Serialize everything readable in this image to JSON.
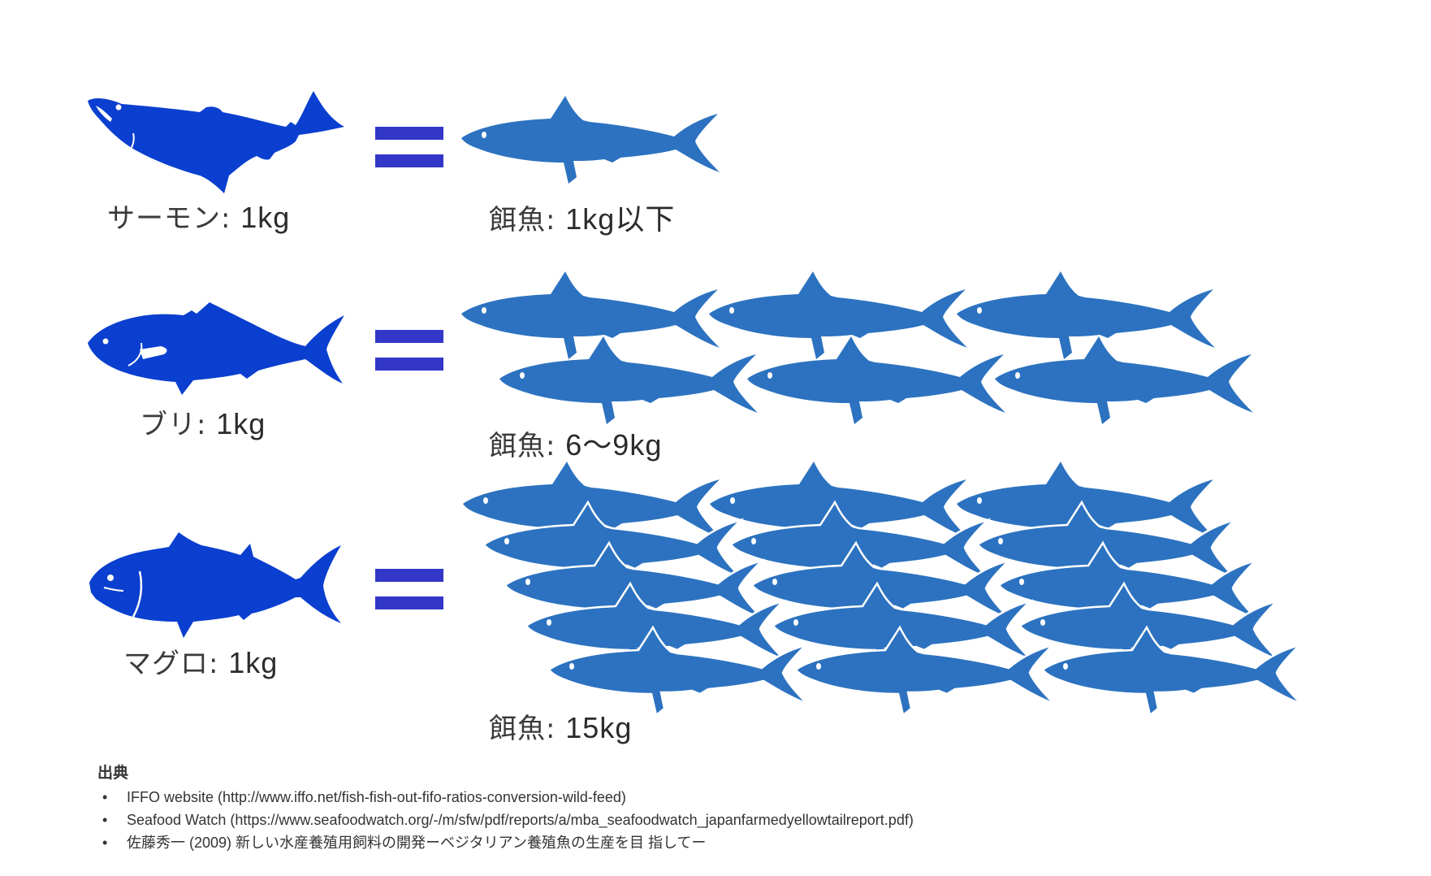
{
  "colors": {
    "farmed_fish": "#0a3fcf",
    "bait_fish": "#2c72c0",
    "equals": "#3237c7",
    "text": "#333333"
  },
  "rows": [
    {
      "farmed": {
        "name": "サーモン",
        "sep": ":",
        "amount": "1kg",
        "icon": "salmon-icon"
      },
      "equals_icon": "equals-sign",
      "bait": {
        "name": "餌魚",
        "sep": ":",
        "amount": "1kg以下",
        "count": 1,
        "icon": "bait-fish-icon"
      }
    },
    {
      "farmed": {
        "name": "ブリ",
        "sep": ":",
        "amount": "1kg",
        "icon": "yellowtail-icon"
      },
      "equals_icon": "equals-sign",
      "bait": {
        "name": "餌魚",
        "sep": ":",
        "amount": "6〜9kg",
        "count": 6,
        "icon": "bait-fish-icon"
      }
    },
    {
      "farmed": {
        "name": "マグロ",
        "sep": ":",
        "amount": "1kg",
        "icon": "tuna-icon"
      },
      "equals_icon": "equals-sign",
      "bait": {
        "name": "餌魚",
        "sep": ":",
        "amount": "15kg",
        "count": 15,
        "icon": "bait-fish-icon"
      }
    }
  ],
  "sources": {
    "title": "出典",
    "bullet": "•",
    "items": [
      "IFFO website (http://www.iffo.net/fish-fish-out-fifo-ratios-conversion-wild-feed)",
      "Seafood Watch (https://www.seafoodwatch.org/-/m/sfw/pdf/reports/a/mba_seafoodwatch_japanfarmedyellowtailreport.pdf)",
      "佐藤秀一 (2009) 新しい水産養殖用飼料の開発ーベジタリアン養殖魚の生産を目 指してー"
    ]
  }
}
